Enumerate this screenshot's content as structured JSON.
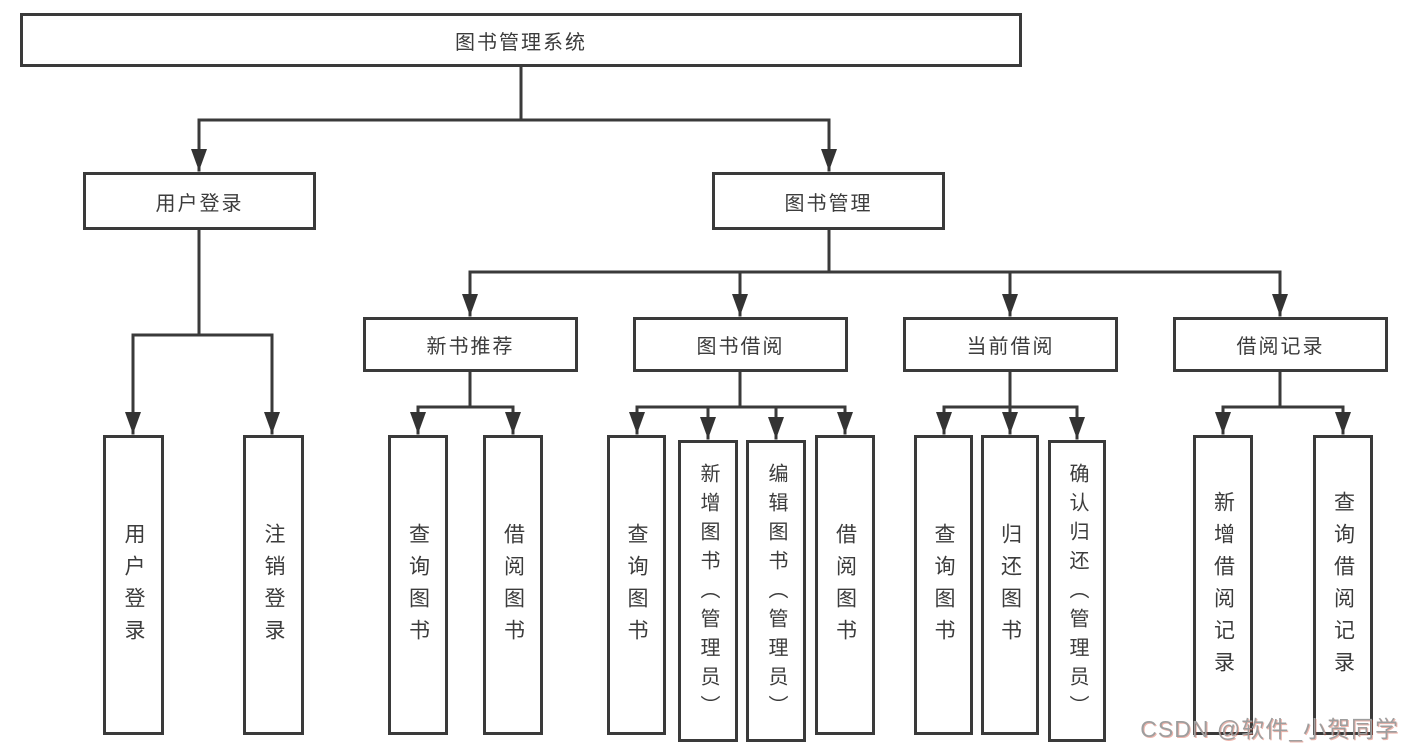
{
  "tree": {
    "label": "图书管理系统",
    "children": [
      {
        "label": "用户登录",
        "children": [
          {
            "label": "用户登录"
          },
          {
            "label": "注销登录"
          }
        ]
      },
      {
        "label": "图书管理",
        "children": [
          {
            "label": "新书推荐",
            "children": [
              {
                "label": "查询图书"
              },
              {
                "label": "借阅图书"
              }
            ]
          },
          {
            "label": "图书借阅",
            "children": [
              {
                "label": "查询图书"
              },
              {
                "label": "新增图书（管理员）"
              },
              {
                "label": "编辑图书（管理员）"
              },
              {
                "label": "借阅图书"
              }
            ]
          },
          {
            "label": "当前借阅",
            "children": [
              {
                "label": "查询图书"
              },
              {
                "label": "归还图书"
              },
              {
                "label": "确认归还（管理员）"
              }
            ]
          },
          {
            "label": "借阅记录",
            "children": [
              {
                "label": "新增借阅记录"
              },
              {
                "label": "查询借阅记录"
              }
            ]
          }
        ]
      }
    ]
  },
  "watermark": {
    "text": "CSDN @软件_小贺同学"
  },
  "colors": {
    "line": "#3a3a3a",
    "arrow": "#333333",
    "text": "#3c3c3c",
    "watermark": "#9e9e9e"
  }
}
